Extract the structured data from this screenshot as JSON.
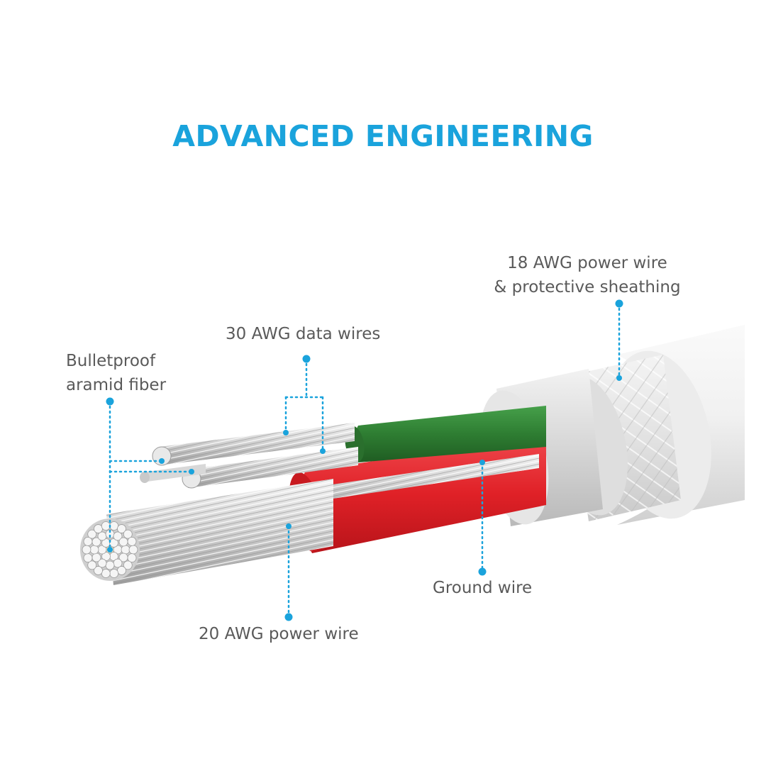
{
  "title": "ADVANCED ENGINEERING",
  "colors": {
    "accent": "#1aa3dc",
    "label_text": "#5a5a5a",
    "green_insulation": "#2e7d32",
    "red_insulation": "#e02127",
    "outer_jacket": "#eeeeee",
    "braid": "#e4e4e4"
  },
  "callouts": {
    "sheathing": {
      "line1": "18 AWG power wire",
      "line2": "& protective sheathing"
    },
    "data_wires": {
      "line1": "30 AWG data wires"
    },
    "aramid": {
      "line1": "Bulletproof",
      "line2": "aramid fiber"
    },
    "ground": {
      "line1": "Ground wire"
    },
    "power20": {
      "line1": "20 AWG power wire"
    }
  }
}
